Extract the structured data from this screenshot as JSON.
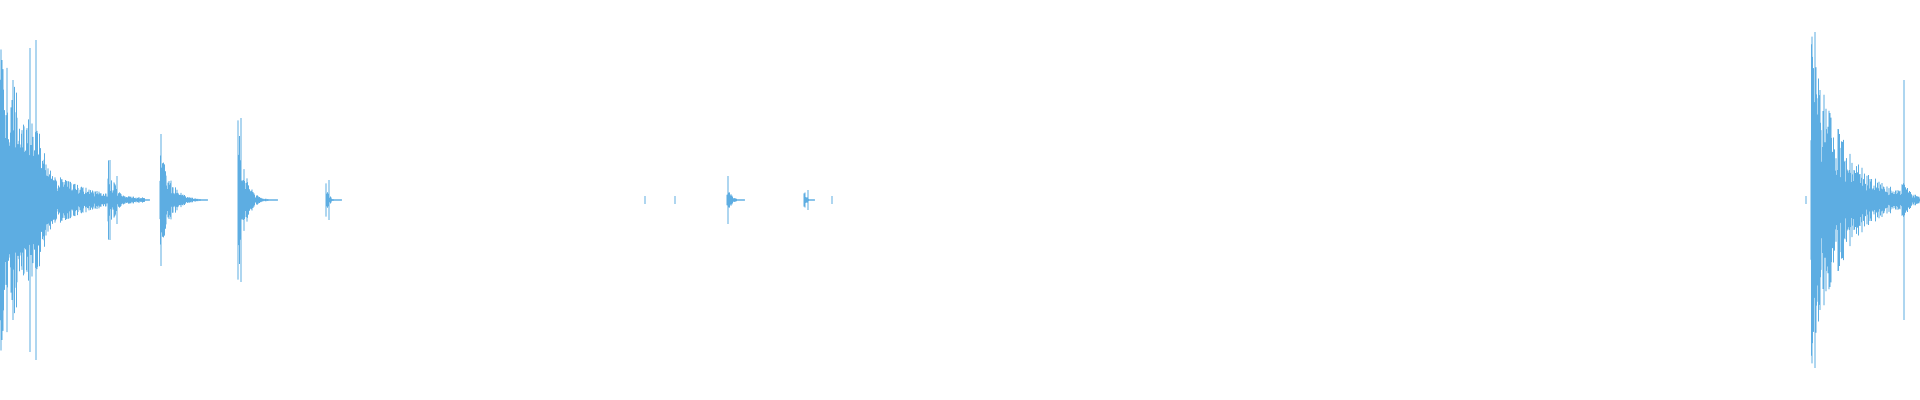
{
  "waveform": {
    "color": "#5dade2",
    "background": "#ffffff",
    "duration_units": 1920,
    "amplitude_range": [
      -1,
      1
    ],
    "segments": [
      {
        "start": 0,
        "end": 45,
        "peak": 0.8,
        "decay": 1.0
      },
      {
        "start": 28,
        "end": 145,
        "peak": 0.3,
        "decay": 3.2
      },
      {
        "start": 108,
        "end": 150,
        "peak": 0.22,
        "decay": 6.0
      },
      {
        "start": 160,
        "end": 208,
        "peak": 0.33,
        "decay": 5.0
      },
      {
        "start": 238,
        "end": 278,
        "peak": 0.43,
        "decay": 6.0
      },
      {
        "start": 326,
        "end": 342,
        "peak": 0.1,
        "decay": 6.0
      },
      {
        "start": 727,
        "end": 745,
        "peak": 0.1,
        "decay": 5.0
      },
      {
        "start": 804,
        "end": 815,
        "peak": 0.06,
        "decay": 5.0
      },
      {
        "start": 1811,
        "end": 1904,
        "peak": 0.86,
        "decay": 3.0
      },
      {
        "start": 1902,
        "end": 1920,
        "peak": 0.12,
        "decay": 2.0
      }
    ],
    "spikes": [
      {
        "position": 2,
        "amplitude": 0.7
      },
      {
        "position": 13,
        "amplitude": 0.6
      },
      {
        "position": 30,
        "amplitude": 0.76
      },
      {
        "position": 36,
        "amplitude": 0.8
      },
      {
        "position": 110,
        "amplitude": 0.2
      },
      {
        "position": 117,
        "amplitude": 0.12
      },
      {
        "position": 161,
        "amplitude": 0.33
      },
      {
        "position": 241,
        "amplitude": 0.41
      },
      {
        "position": 329,
        "amplitude": 0.1
      },
      {
        "position": 645,
        "amplitude": 0.02
      },
      {
        "position": 675,
        "amplitude": 0.02
      },
      {
        "position": 728,
        "amplitude": 0.12
      },
      {
        "position": 808,
        "amplitude": 0.05
      },
      {
        "position": 832,
        "amplitude": 0.02
      },
      {
        "position": 1806,
        "amplitude": 0.02
      },
      {
        "position": 1815,
        "amplitude": 0.84
      },
      {
        "position": 1904,
        "amplitude": 0.6
      }
    ]
  }
}
